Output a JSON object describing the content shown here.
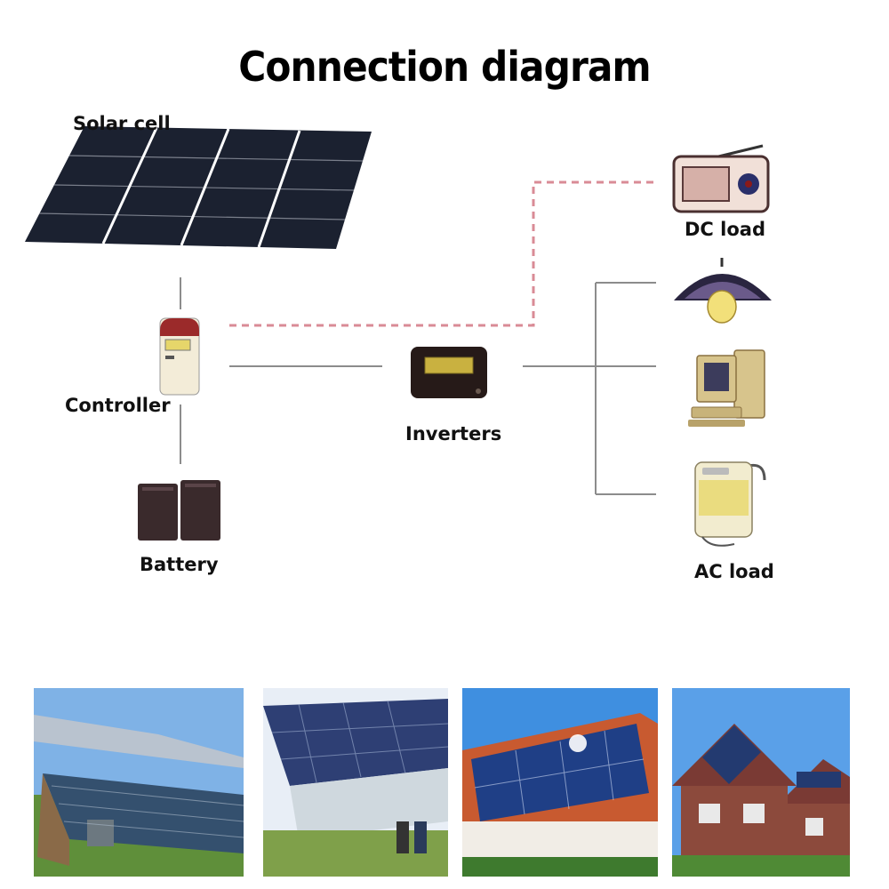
{
  "title": "Connection diagram",
  "labels": {
    "solar_cell": "Solar cell",
    "controller": "Controller",
    "battery": "Battery",
    "inverters": "Inverters",
    "dc_load": "DC load",
    "ac_load": "AC load"
  },
  "colors": {
    "dc_line": "#d98b96",
    "ac_line": "#8c8c8c",
    "panel": "#1b2130"
  }
}
